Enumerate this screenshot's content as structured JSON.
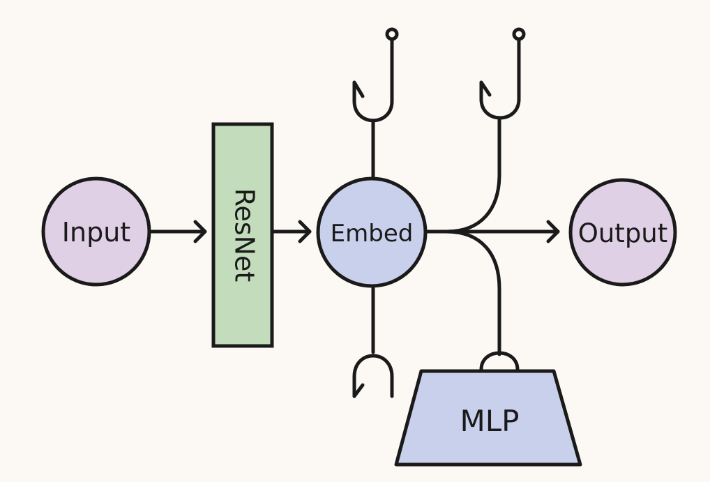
{
  "diagram": {
    "nodes": {
      "input": {
        "label": "Input",
        "color": "#e0d0e6"
      },
      "resnet": {
        "label": "ResNet",
        "color": "#c3dcbb"
      },
      "embed": {
        "label": "Embed",
        "color": "#c9d0eb"
      },
      "output": {
        "label": "Output",
        "color": "#e0d0e6"
      },
      "mlp": {
        "label": "MLP",
        "color": "#c9d0eb"
      }
    },
    "edges": [
      {
        "from": "Input",
        "to": "ResNet"
      },
      {
        "from": "ResNet",
        "to": "Embed"
      },
      {
        "from": "Embed",
        "to": "Output"
      },
      {
        "from": "Embed",
        "to": "MLP"
      }
    ],
    "hooks": [
      "hook-top-left",
      "hook-top-right",
      "hook-bottom-left"
    ],
    "colors": {
      "stroke": "#1a1a1a",
      "background": "#fcf9f5"
    }
  }
}
